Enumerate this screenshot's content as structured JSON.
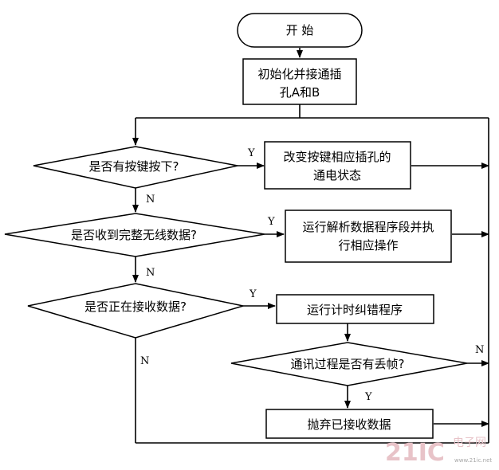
{
  "nodes": {
    "start": "开 始",
    "init": [
      "初始化并接通插",
      "孔A和B"
    ],
    "key_pressed": "是否有按键按下?",
    "change_state": [
      "改变按键相应插孔的",
      "通电状态"
    ],
    "full_data": "是否收到完整无线数据?",
    "run_parse": [
      "运行解析数据程序段并执",
      "行相应操作"
    ],
    "receiving": "是否正在接收数据?",
    "run_timer": "运行计时纠错程序",
    "frame_lost": "通讯过程是否有丢帧?",
    "discard": "抛弃已接收数据"
  },
  "labels": {
    "yes": "Y",
    "no": "N"
  },
  "watermark": {
    "logo": "21IC",
    "cn": "电子网",
    "url": "www.21ic.net"
  }
}
